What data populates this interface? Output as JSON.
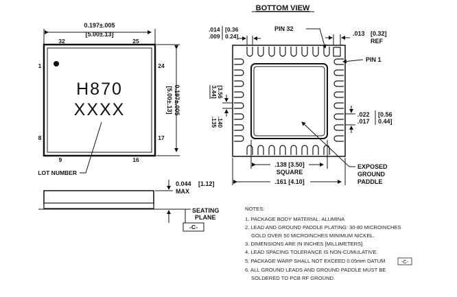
{
  "title": "BOTTOM VIEW",
  "top_view": {
    "width_in": "0.197±.005",
    "width_mm": "[5.00±.13]",
    "height_in": "0.197±.005",
    "height_mm": "[5.00±.13]",
    "pin_32": "32",
    "pin_25": "25",
    "pin_1": "1",
    "pin_24": "24",
    "pin_8": "8",
    "pin_17": "17",
    "pin_9": "9",
    "pin_16": "16",
    "marking_line1": "H870",
    "marking_line2": "XXXX",
    "lot_number": "LOT NUMBER"
  },
  "bottom_view": {
    "pad_width_in_a": ".014",
    "pad_width_in_b": ".009",
    "pad_width_mm_a": "[0.36",
    "pad_width_mm_b": "0.24]",
    "pin_32_label": "PIN 32",
    "ref_in": ".013",
    "ref_mm": "[0.32]",
    "ref_label": "REF",
    "pin_1_label": "PIN 1",
    "pad_len_mm_a": "[3.56",
    "pad_len_mm_b": "3.44]",
    "pad_len_in_a": ".140",
    "pad_len_in_b": ".135",
    "pitch_in_a": ".022",
    "pitch_in_b": ".017",
    "pitch_mm_a": "[0.56",
    "pitch_mm_b": "0.44]",
    "paddle_size": ".138 [3.50]",
    "paddle_square": "SQUARE",
    "body_size": ".161 [4.10]",
    "exposed_1": "EXPOSED",
    "exposed_2": "GROUND",
    "exposed_3": "PADDLE"
  },
  "side_view": {
    "height_in": "0.044",
    "height_mm": "[1.12]",
    "max": "MAX",
    "seating_1": "SEATING",
    "seating_2": "PLANE",
    "datum": "-C-"
  },
  "notes": {
    "heading": "NOTES:",
    "n1": "1. PACKAGE BODY MATERIAL: ALUMINA",
    "n2a": "2. LEAD AND GROUND PADDLE PLATING: 30-80 MICROINCHES",
    "n2b": "GOLD OVER 50 MICROINCHES MINIMUM NICKEL.",
    "n3": "3. DIMENSIONS ARE IN INCHES [MILLIMETERS].",
    "n4": "4. LEAD SPACING TOLERANCE IS NON-CUMULATIVE.",
    "n5": "5. PACKAGE WARP SHALL NOT EXCEED 0.05mm DATUM",
    "n5_datum": "-C-",
    "n6a": "6. ALL GROUND LEADS AND GROUND PADDLE MUST BE",
    "n6b": "SOLDERED TO PCB RF GROUND."
  }
}
